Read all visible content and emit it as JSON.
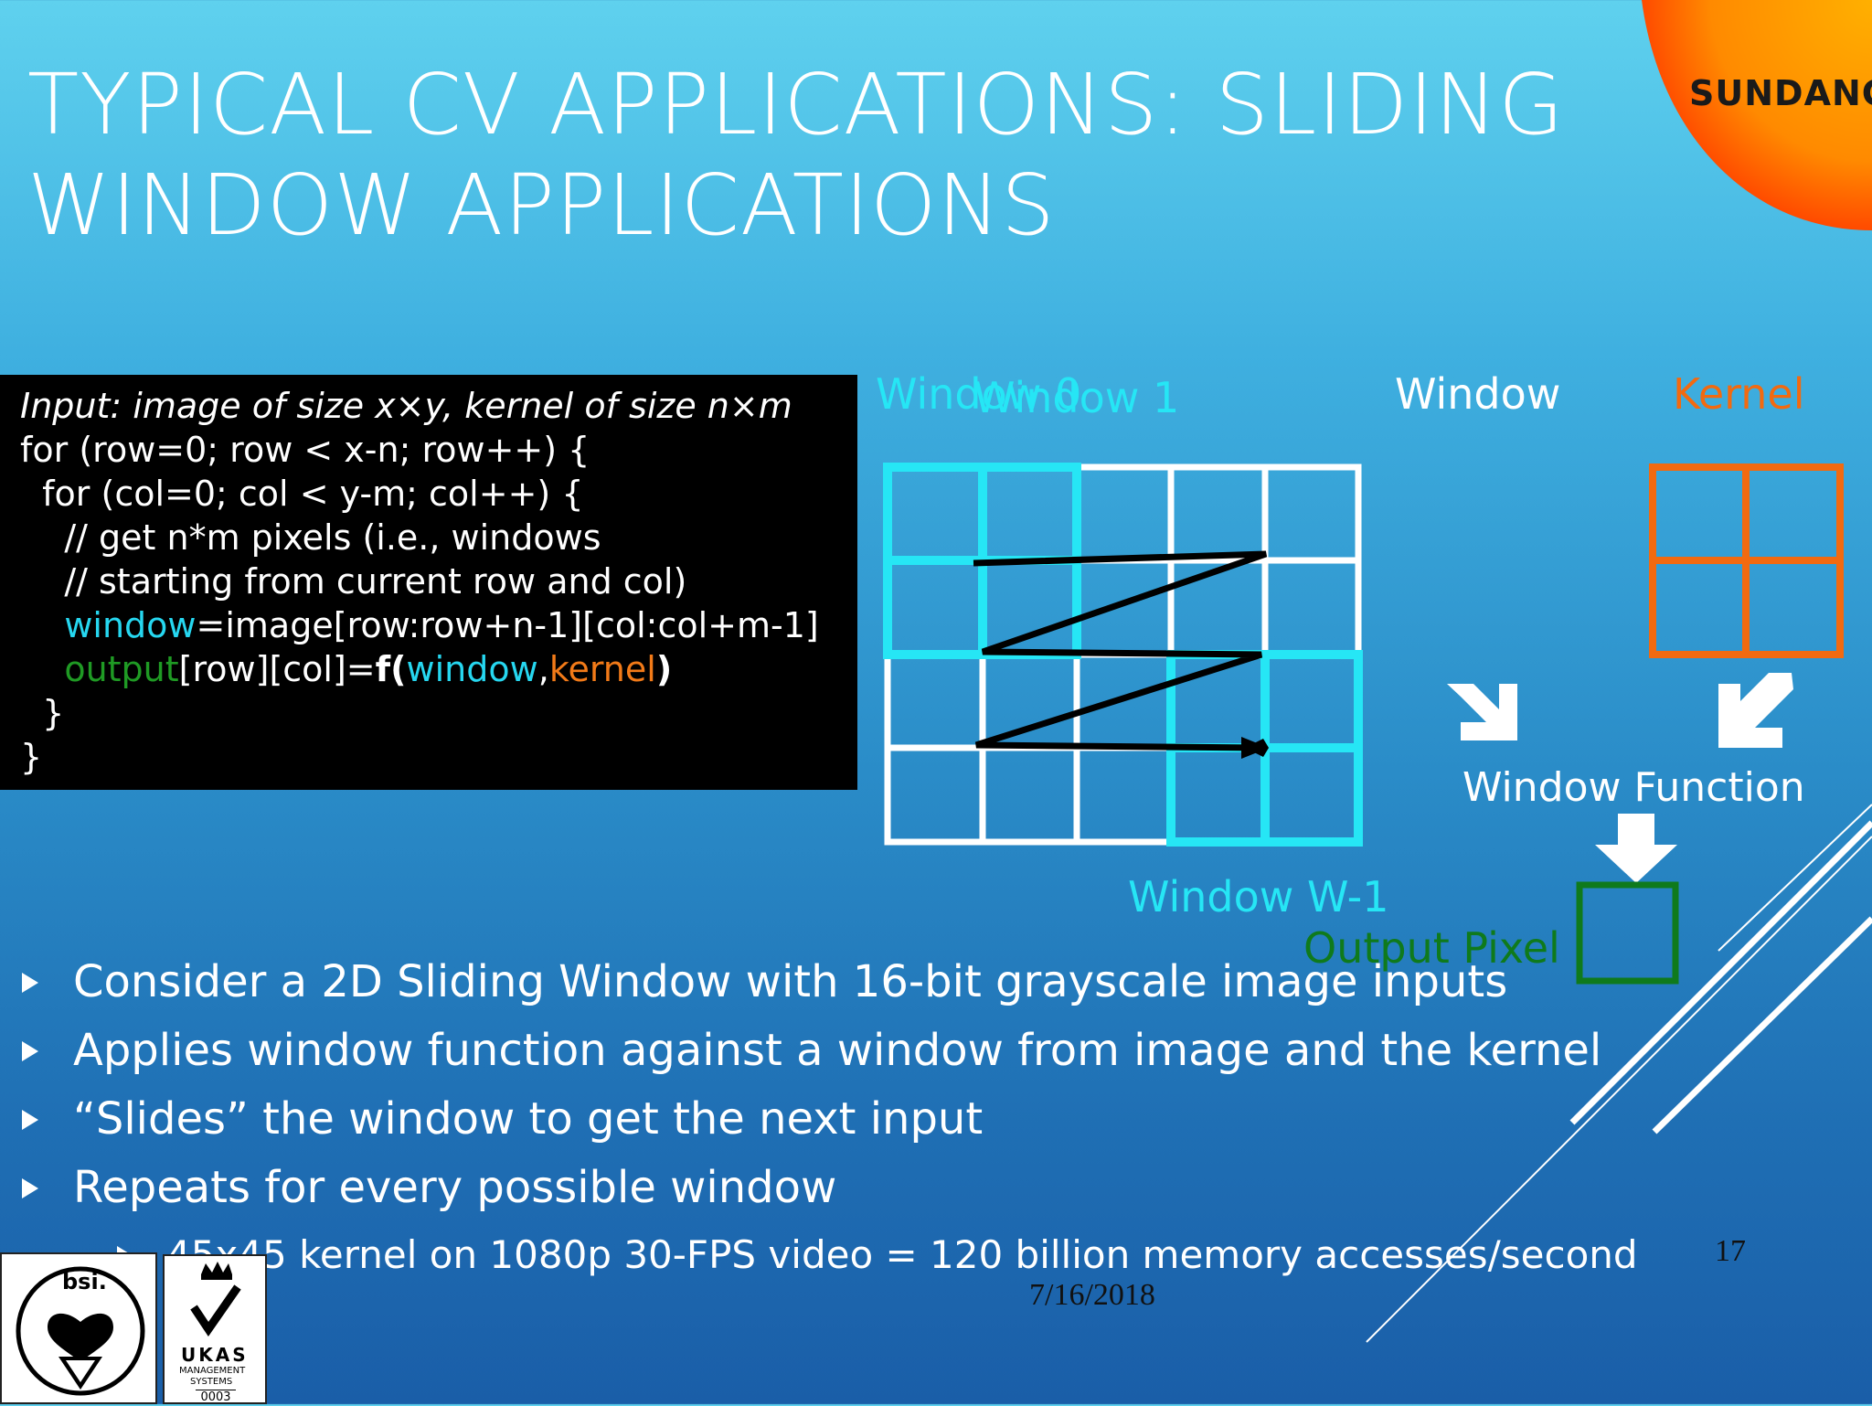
{
  "slide": {
    "title_line1": "TYPICAL CV APPLICATIONS:  SLIDING",
    "title_line2": "WINDOW APPLICATIONS",
    "logo_text": "SUNDANCE",
    "page_number": "17",
    "date": "7/16/2018"
  },
  "code": {
    "line1": "Input: image of size x×y, kernel of size n×m",
    "line2": "for (row=0; row < x-n; row++) {",
    "line3": "  for (col=0; col < y-m; col++) {",
    "line4": "    // get n*m pixels (i.e., windows",
    "line5": "    // starting from current row and col)",
    "line6_a": "window",
    "line6_b": "=image[row:row+n-1][col:col+m-1]",
    "line7_a": "output",
    "line7_b": "[row][col]=",
    "line7_c": "f(",
    "line7_d": "window",
    "line7_e": ",",
    "line7_f": "kernel",
    "line7_g": ")",
    "line8": "  }",
    "line9": "}"
  },
  "diagram": {
    "window0_label": "Window 0",
    "window1_label": "Window 1",
    "window_label": "Window",
    "kernel_label": "Kernel",
    "window_function_label": "Window Function",
    "window_last_label": "Window W-1",
    "output_pixel_label": "Output Pixel",
    "colors": {
      "cyan": "#26e6f5",
      "orange": "#f26a10",
      "green": "#0f7a1c",
      "grid": "#ffffff"
    }
  },
  "bullets": [
    "Consider a 2D Sliding Window with 16-bit grayscale image inputs",
    "Applies window function against a window from image and the kernel",
    "“Slides” the window to get the next input",
    "Repeats for every possible window"
  ],
  "sub_bullet": "45x45 kernel on 1080p 30-FPS video  = 120 billion memory accesses/second",
  "badges": {
    "bsi_text": "bsi.",
    "ukas_text": "UKAS",
    "ukas_sub1": "MANAGEMENT",
    "ukas_sub2": "SYSTEMS",
    "ukas_number": "0003"
  }
}
